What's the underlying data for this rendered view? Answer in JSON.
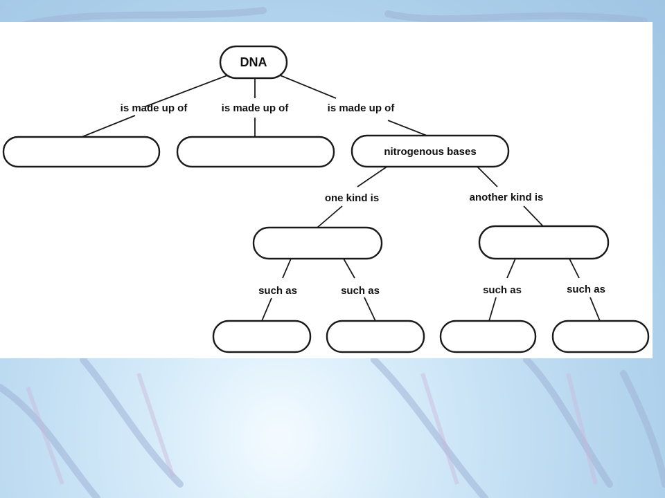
{
  "concept_map": {
    "root": {
      "text": "DNA"
    },
    "links": {
      "made_up_1": "is made up of",
      "made_up_2": "is made up of",
      "made_up_3": "is made up of",
      "one_kind": "one kind is",
      "another_kind": "another kind is",
      "such_as_1": "such as",
      "such_as_2": "such as",
      "such_as_3": "such as",
      "such_as_4": "such as"
    },
    "nodes": {
      "component_1": "",
      "component_2": "",
      "nitrogenous_bases": "nitrogenous bases",
      "kind_1": "",
      "kind_2": "",
      "example_1": "",
      "example_2": "",
      "example_3": "",
      "example_4": ""
    }
  },
  "colors": {
    "background": "#bcd9f0",
    "panel": "#ffffff",
    "ink": "#1a1a1a"
  }
}
